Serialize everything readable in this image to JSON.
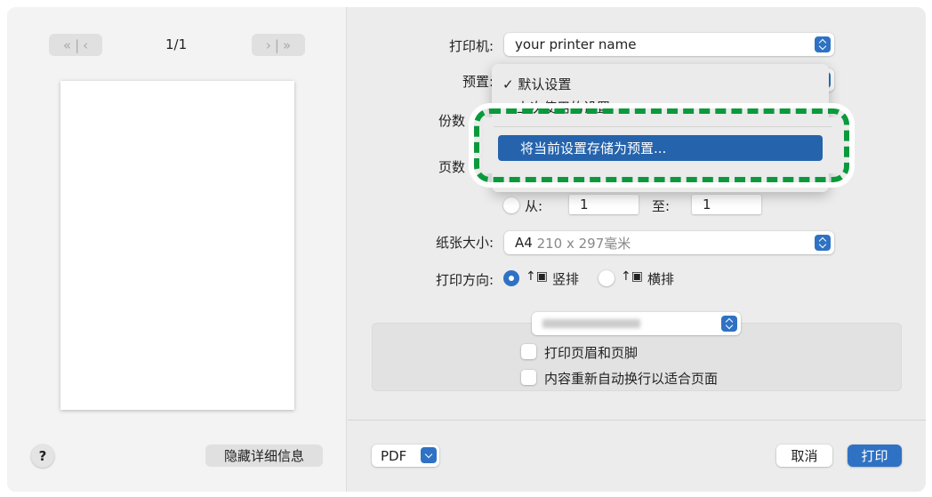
{
  "preview": {
    "first_prev_icon": "double-chevron-left-icon",
    "next_last_icon": "double-chevron-right-icon",
    "page_indicator": "1/1",
    "help_label": "?",
    "hide_details_label": "隐藏详细信息"
  },
  "settings": {
    "printer_label": "打印机:",
    "printer_value": "your printer name",
    "presets_label": "预置:",
    "copies_label": "份数",
    "pages_label": "页数",
    "from_label": "从:",
    "to_label": "至:",
    "from_value": "1",
    "to_value": "1",
    "paper_size_label": "纸张大小:",
    "paper_size_value": "A4",
    "paper_size_detail": "210 x 297毫米",
    "orientation_label": "打印方向:",
    "orientation_portrait": "竖排",
    "orientation_landscape": "横排",
    "orientation_selected": "portrait",
    "header_footer_label": "打印页眉和页脚",
    "header_footer_checked": false,
    "rewrap_label": "内容重新自动换行以适合页面",
    "rewrap_checked": false
  },
  "presets_menu": {
    "items": [
      {
        "label": "默认设置",
        "checked": true
      },
      {
        "label": "上次使用的设置",
        "checked": false
      },
      {
        "label": "将当前设置存储为预置...",
        "highlighted": true
      }
    ],
    "check_mark": "✓"
  },
  "footer": {
    "pdf_label": "PDF",
    "cancel_label": "取消",
    "print_label": "打印"
  },
  "colors": {
    "accent": "#2f72c4",
    "highlight": "#2563ad",
    "annotation": "#0a9a3c"
  }
}
